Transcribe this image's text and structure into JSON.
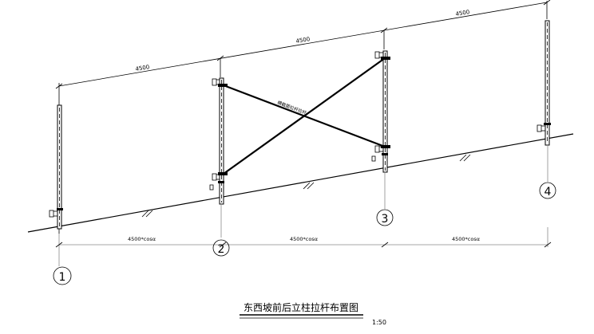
{
  "title": "东西坡前后立柱拉杆布置图",
  "scale": "1:50",
  "top_dimensions": [
    "4500",
    "4500",
    "4500"
  ],
  "bottom_dimensions": [
    "4500*cosα",
    "4500*cosα",
    "4500*cosα"
  ],
  "brace_label": "横截面拉杆拉杆",
  "columns": [
    "1",
    "2",
    "3",
    "4"
  ]
}
